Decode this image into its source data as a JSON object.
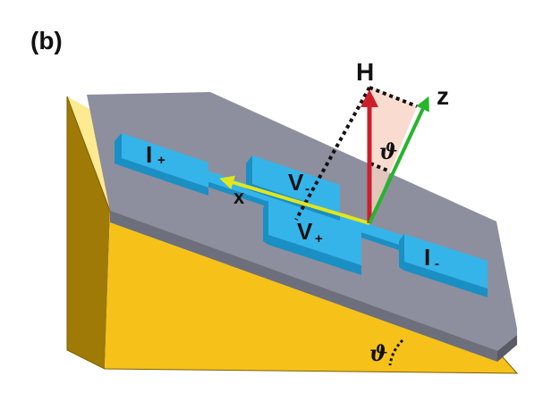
{
  "panel_label": "(b)",
  "labels": {
    "h_field": "H",
    "z_axis": "z",
    "x_axis": "x",
    "theta_top": "ϑ",
    "theta_bottom": "ϑ"
  },
  "pads": {
    "current_plus": "I",
    "current_plus_sub": "+",
    "voltage_minus": "V",
    "voltage_minus_sub": "-",
    "voltage_plus": "V",
    "voltage_plus_sub": "+",
    "current_minus": "I",
    "current_minus_sub": "-"
  },
  "colors": {
    "wedge_front": "#f6c21a",
    "wedge_top": "#fde36c",
    "wedge_side": "#a07a06",
    "substrate_top": "#8d8f9e",
    "substrate_edge": "#6d6f7c",
    "pad_top": "#35b4ea",
    "pad_side": "#1a8fc4",
    "h_arrow": "#cc1f2b",
    "z_arrow": "#26b52c",
    "x_arrow": "#e2e61c",
    "angle_fill": "#f8d3c3"
  }
}
